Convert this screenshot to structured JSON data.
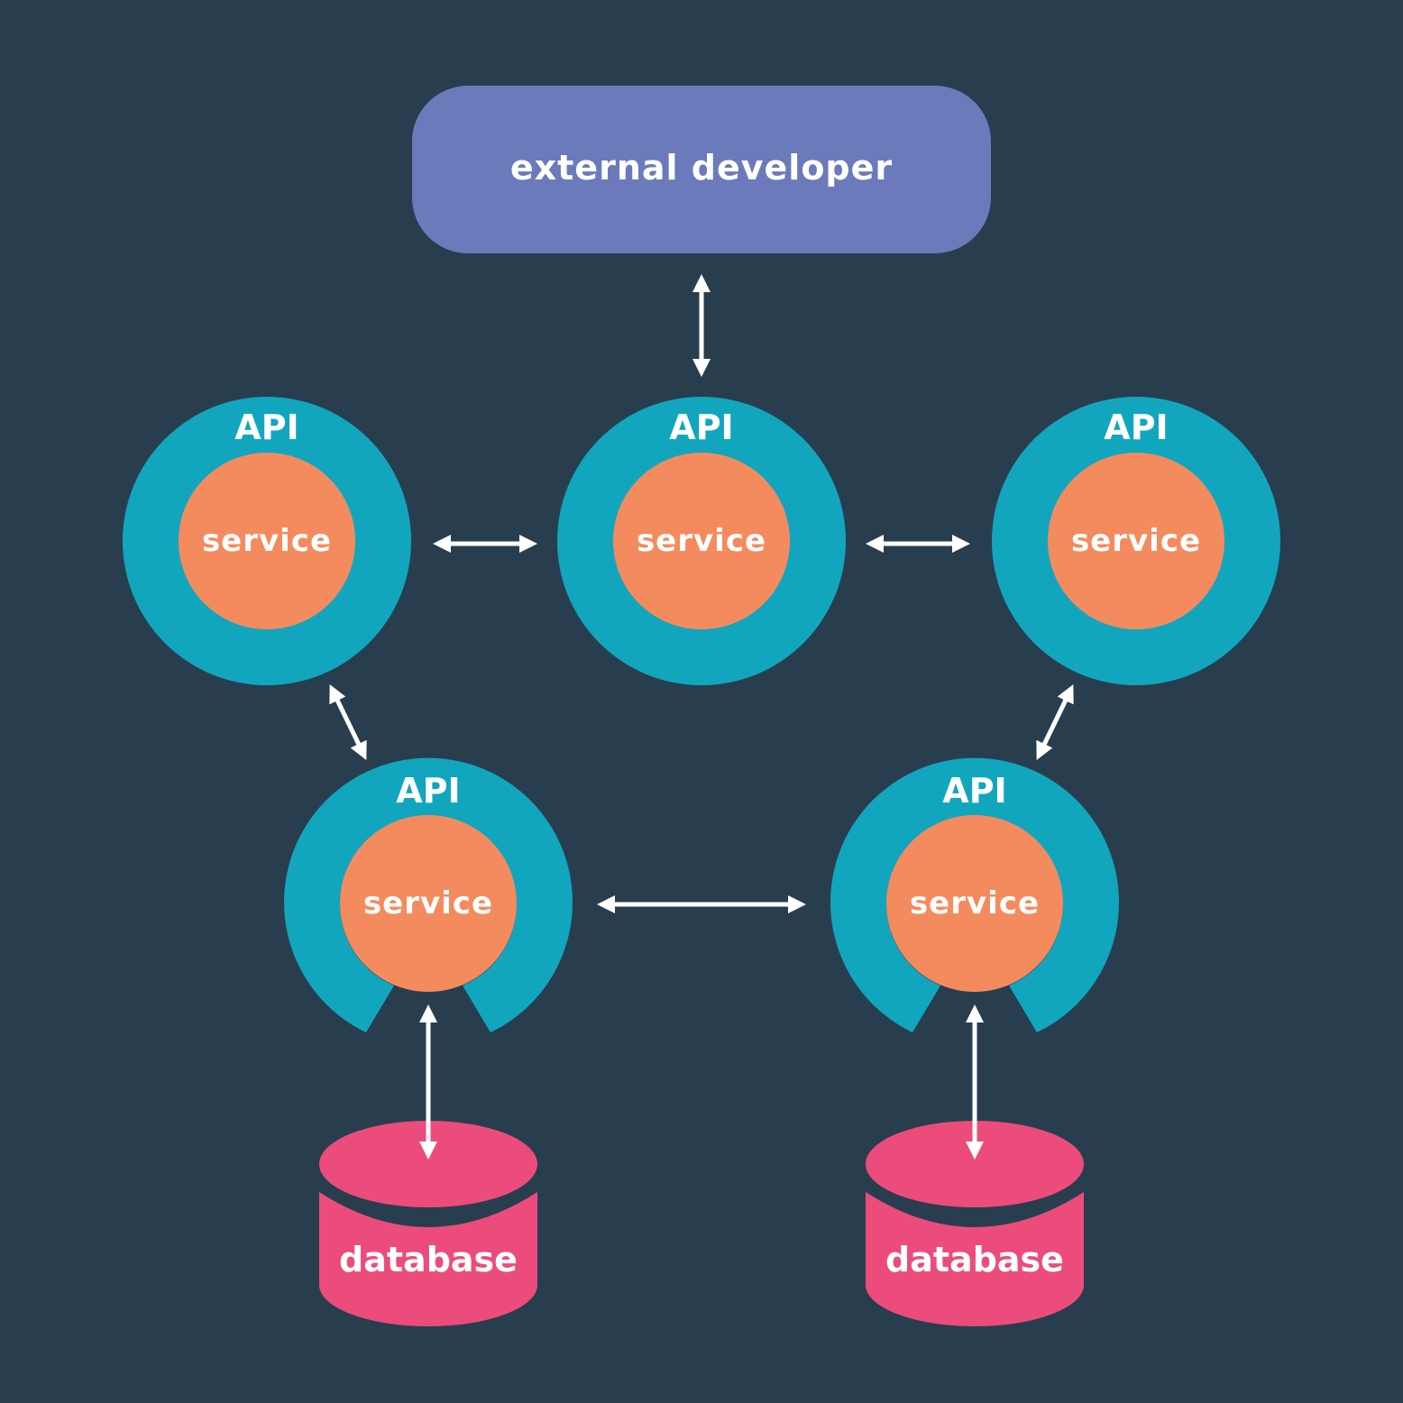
{
  "diagram": {
    "external": {
      "label": "external developer"
    },
    "nodes": [
      {
        "id": "api-top-left",
        "api_label": "API",
        "service_label": "service"
      },
      {
        "id": "api-top-center",
        "api_label": "API",
        "service_label": "service"
      },
      {
        "id": "api-top-right",
        "api_label": "API",
        "service_label": "service"
      },
      {
        "id": "api-bottom-left",
        "api_label": "API",
        "service_label": "service"
      },
      {
        "id": "api-bottom-right",
        "api_label": "API",
        "service_label": "service"
      }
    ],
    "databases": [
      {
        "id": "db-left",
        "label": "database"
      },
      {
        "id": "db-right",
        "label": "database"
      }
    ],
    "connections": [
      {
        "from": "external",
        "to": "api-top-center",
        "bidirectional": true
      },
      {
        "from": "api-top-left",
        "to": "api-top-center",
        "bidirectional": true
      },
      {
        "from": "api-top-center",
        "to": "api-top-right",
        "bidirectional": true
      },
      {
        "from": "api-top-left",
        "to": "api-bottom-left",
        "bidirectional": true
      },
      {
        "from": "api-top-right",
        "to": "api-bottom-right",
        "bidirectional": true
      },
      {
        "from": "api-bottom-left",
        "to": "api-bottom-right",
        "bidirectional": true
      },
      {
        "from": "api-bottom-left",
        "to": "db-left",
        "bidirectional": true
      },
      {
        "from": "api-bottom-right",
        "to": "db-right",
        "bidirectional": true
      }
    ],
    "colors": {
      "background": "#283e4f",
      "external": "#6b7aba",
      "api_ring": "#12a6be",
      "service": "#f48b5f",
      "database": "#ec4c7b",
      "arrow": "#ffffff"
    }
  }
}
